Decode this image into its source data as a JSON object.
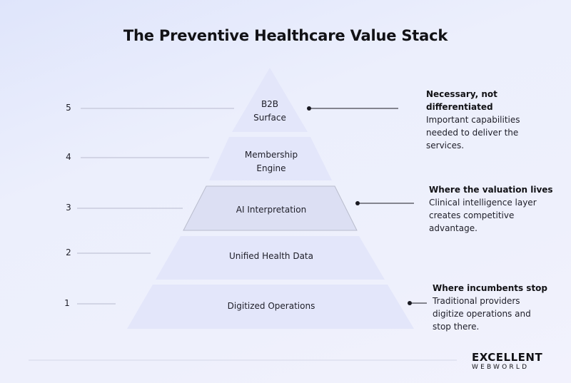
{
  "title": "The Preventive Healthcare Value Stack",
  "levels": [
    {
      "number": "1",
      "label": "Digitized Operations"
    },
    {
      "number": "2",
      "label": "Unified Health Data"
    },
    {
      "number": "3",
      "label": "AI Interpretation"
    },
    {
      "number": "4",
      "label_line1": "Membership",
      "label_line2": "Engine"
    },
    {
      "number": "5",
      "label_line1": "B2B",
      "label_line2": "Surface"
    }
  ],
  "annotations": {
    "top": {
      "heading_line1": "Necessary, not",
      "heading_line2": "differentiated",
      "body_line1": "Important capabilities",
      "body_line2": "needed to deliver the",
      "body_line3": "services."
    },
    "middle": {
      "heading": "Where the valuation lives",
      "body_line1": "Clinical intelligence layer",
      "body_line2": "creates competitive",
      "body_line3": "advantage."
    },
    "bottom": {
      "heading": "Where incumbents stop",
      "body_line1": "Traditional providers",
      "body_line2": "digitize operations and",
      "body_line3": "stop there."
    }
  },
  "logo": {
    "line1": "EXCELLENT",
    "line2": "WEBWORLD"
  },
  "colors": {
    "tier": "#e3e6fa",
    "highlight": "#dde0f4",
    "line": "#c9ccdd",
    "connector": "#1a1a22"
  }
}
